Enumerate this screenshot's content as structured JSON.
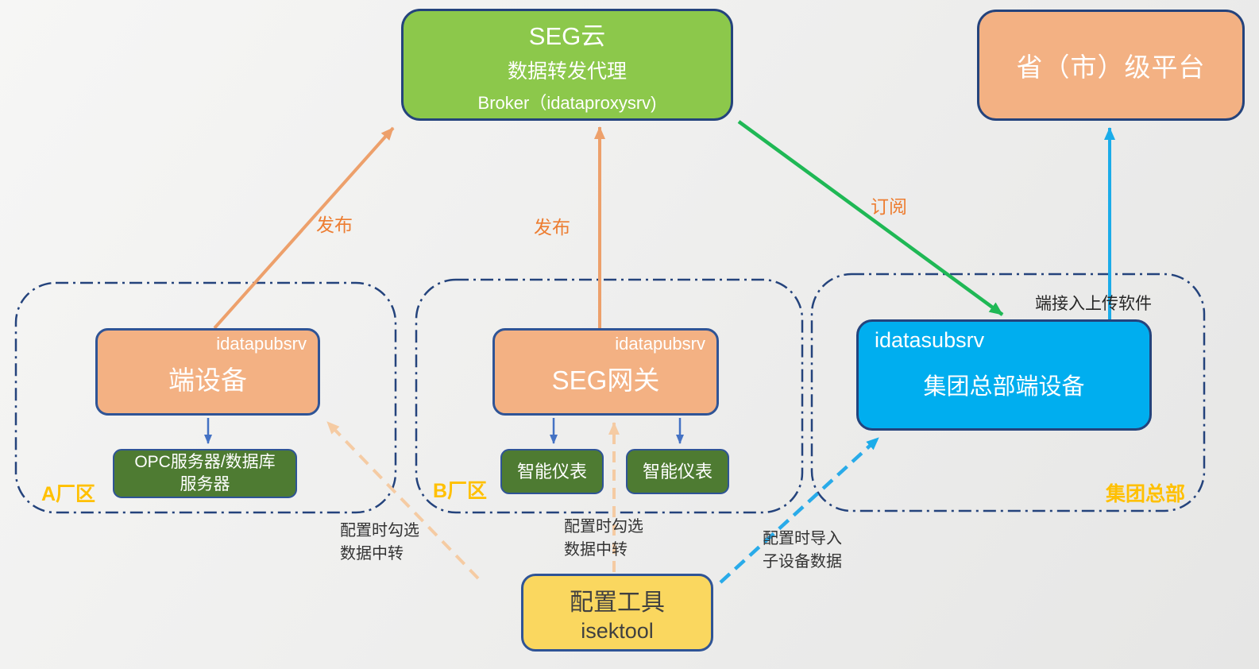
{
  "colors": {
    "cloud_green": "#8CC84B",
    "node_orange": "#F3B183",
    "node_dark_green": "#4E7B32",
    "node_blue": "#00AEEF",
    "node_yellow": "#FAD75F",
    "container_border_navy": "#24437C",
    "node_border_navy": "#2F5496",
    "zone_label_yellow": "#FFC000",
    "arrow_orange": "#EDA06B",
    "arrow_orange_light": "#F5CBA3",
    "arrow_green": "#1FB855",
    "arrow_cyan": "#1BACE9",
    "arrow_small_blue": "#4472C4",
    "edge_label_orange": "#ED7D31"
  },
  "nodes": {
    "seg_cloud": {
      "title": "SEG云",
      "subtitle": "数据转发代理",
      "broker": "Broker（idataproxysrv)"
    },
    "province_platform": {
      "label": "省（市）级平台"
    },
    "edge_device": {
      "tag": "idatapubsrv",
      "label": "端设备"
    },
    "opc_server": {
      "line1": "OPC服务器/数据库",
      "line2": "服务器"
    },
    "seg_gateway": {
      "tag": "idatapubsrv",
      "label": "SEG网关"
    },
    "smart_meter_1": {
      "label": "智能仪表"
    },
    "smart_meter_2": {
      "label": "智能仪表"
    },
    "hq_device": {
      "tag": "idatasubsrv",
      "label": "集团总部端设备",
      "note": "端接入上传软件"
    },
    "config_tool": {
      "title": "配置工具",
      "subtitle": "isektool"
    }
  },
  "zones": {
    "zone_a": {
      "label": "A厂区"
    },
    "zone_b": {
      "label": "B厂区"
    },
    "hq": {
      "label": "集团总部"
    }
  },
  "edge_labels": {
    "publish_a": "发布",
    "publish_b": "发布",
    "subscribe": "订阅",
    "config_relay_a": {
      "line1": "配置时勾选",
      "line2": "数据中转"
    },
    "config_relay_b": {
      "line1": "配置时勾选",
      "line2": "数据中转"
    },
    "config_import": {
      "line1": "配置时导入",
      "line2": "子设备数据"
    }
  }
}
